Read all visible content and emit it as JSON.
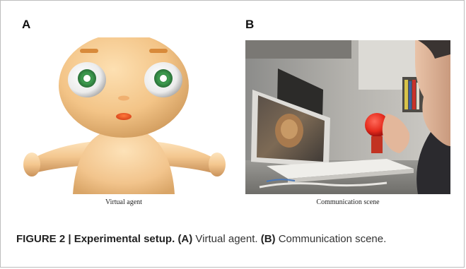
{
  "figure": {
    "panels": [
      {
        "letter": "A",
        "sub_caption": "Virtual agent"
      },
      {
        "letter": "B",
        "sub_caption": "Communication scene"
      }
    ],
    "caption": {
      "label": "FIGURE 2 | Experimental setup.",
      "part_a_tag": "(A)",
      "part_a_text": " Virtual agent. ",
      "part_b_tag": "(B)",
      "part_b_text": " Communication scene."
    }
  }
}
